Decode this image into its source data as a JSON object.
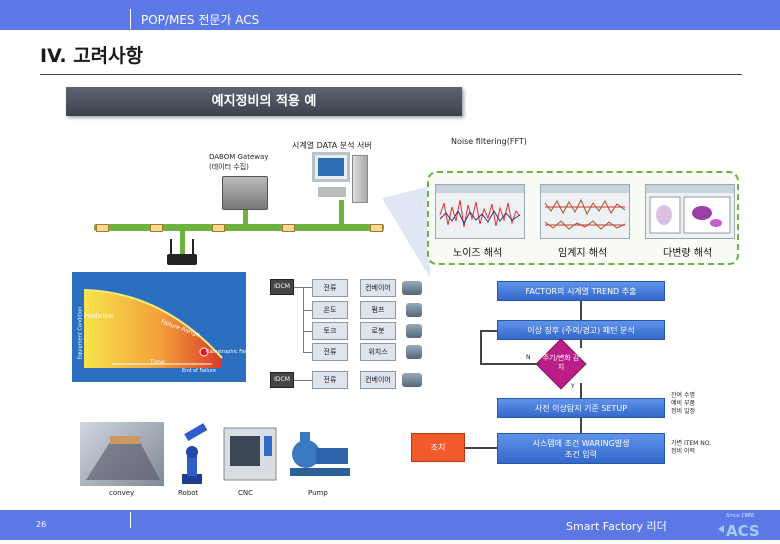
{
  "header": {
    "text": "POP/MES 전문가 ACS"
  },
  "page_title": "IV. 고려사항",
  "banner": "예지정비의 적용 예",
  "network": {
    "gateway_label_line1": "DABOM Gateway",
    "gateway_label_line2": "(데이터 수집)",
    "server_label": "시계열 DATA 분석 서버"
  },
  "analysis": {
    "noise_filter_label": "Noise filtering(FFT)",
    "panels": [
      "노이즈 해석",
      "임계지 해석",
      "다변량 해석"
    ]
  },
  "failure_curve": {
    "labels": [
      "Prediction",
      "Failure Range",
      "Time",
      "End of Failure",
      "Catastrophic Failure",
      "Equipment Condition"
    ]
  },
  "sensor_table": {
    "rows": [
      {
        "device": "IDCM",
        "sensor": "전류",
        "target": "컨베이어"
      },
      {
        "device": "",
        "sensor": "온도",
        "target": "펌프"
      },
      {
        "device": "",
        "sensor": "토크",
        "target": "로봇"
      },
      {
        "device": "",
        "sensor": "전류",
        "target": "위치스"
      },
      {
        "device": "IDCM",
        "sensor": "전류",
        "target": "컨베이어"
      }
    ]
  },
  "flowchart": {
    "step1": "FACTOR의 시계열 TREND 추출",
    "step2": "이상 징후 (주의/경고) 패턴 분석",
    "decision": "주기/변화 감지",
    "no_label": "N",
    "yes_label": "Y",
    "step3": "사전 이상탐지 기준 SETUP",
    "step4_line1": "시스템에 조건 WARING발생",
    "step4_line2": "조건 입력",
    "alert": "조치",
    "note1": [
      "잔여 수명",
      "예비 부품",
      "정비 일정"
    ],
    "note2": [
      "가변 ITEM NO.",
      "정비 이력"
    ]
  },
  "photos": [
    "convey",
    "Robot",
    "CNC",
    "Pump"
  ],
  "footer": {
    "page_number": "26",
    "brand": "Smart Factory 리더",
    "logo_text": "ACS",
    "logo_tagline": "Since 1988"
  }
}
